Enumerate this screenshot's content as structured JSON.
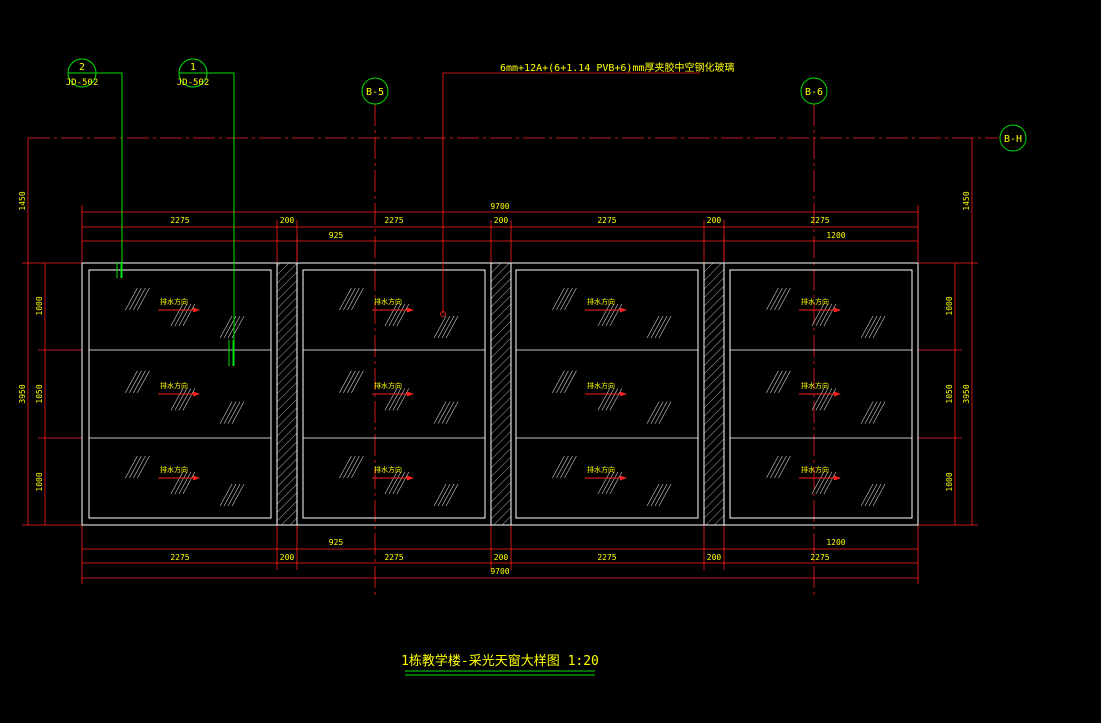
{
  "colors": {
    "background": "#000000",
    "frame": "#ffffff",
    "dimension": "#ff2020",
    "text": "#ffff00",
    "leader": "#00e000",
    "hatch": "#d8d8d8"
  },
  "glass_spec": "6mm+12A+(6+1.14 PVB+6)mm厚夹胶中空钢化玻璃",
  "detail_tags": [
    {
      "number": "2",
      "ref": "JD-502"
    },
    {
      "number": "1",
      "ref": "JD-502"
    }
  ],
  "axes": [
    "B-5",
    "B-6",
    "B-H"
  ],
  "dimensions": {
    "total": "9700",
    "top_segments": [
      "2275",
      "200",
      "2275",
      "200",
      "2275",
      "200",
      "2275"
    ],
    "offset_left": "925",
    "offset_right": "1200",
    "bottom_segments": [
      "2275",
      "200",
      "2275",
      "200",
      "2275",
      "200",
      "2275"
    ],
    "bottom_offset_left": "925",
    "bottom_offset_right": "1200",
    "left_top": "1450",
    "left_rows": [
      "1000",
      "1050",
      "1000"
    ],
    "left_total": "3950",
    "right_top": "1450",
    "right_rows": [
      "1000",
      "1050",
      "1000"
    ],
    "right_total": "3950"
  },
  "panels": [
    {
      "rows": [
        "排水方向",
        "排水方向",
        "排水方向"
      ]
    },
    {
      "rows": [
        "排水方向",
        "排水方向",
        "排水方向"
      ]
    },
    {
      "rows": [
        "排水方向",
        "排水方向",
        "排水方向"
      ]
    },
    {
      "rows": [
        "排水方向",
        "排水方向",
        "排水方向"
      ]
    }
  ],
  "title": "1栋教学楼-采光天窗大样图 1:20"
}
